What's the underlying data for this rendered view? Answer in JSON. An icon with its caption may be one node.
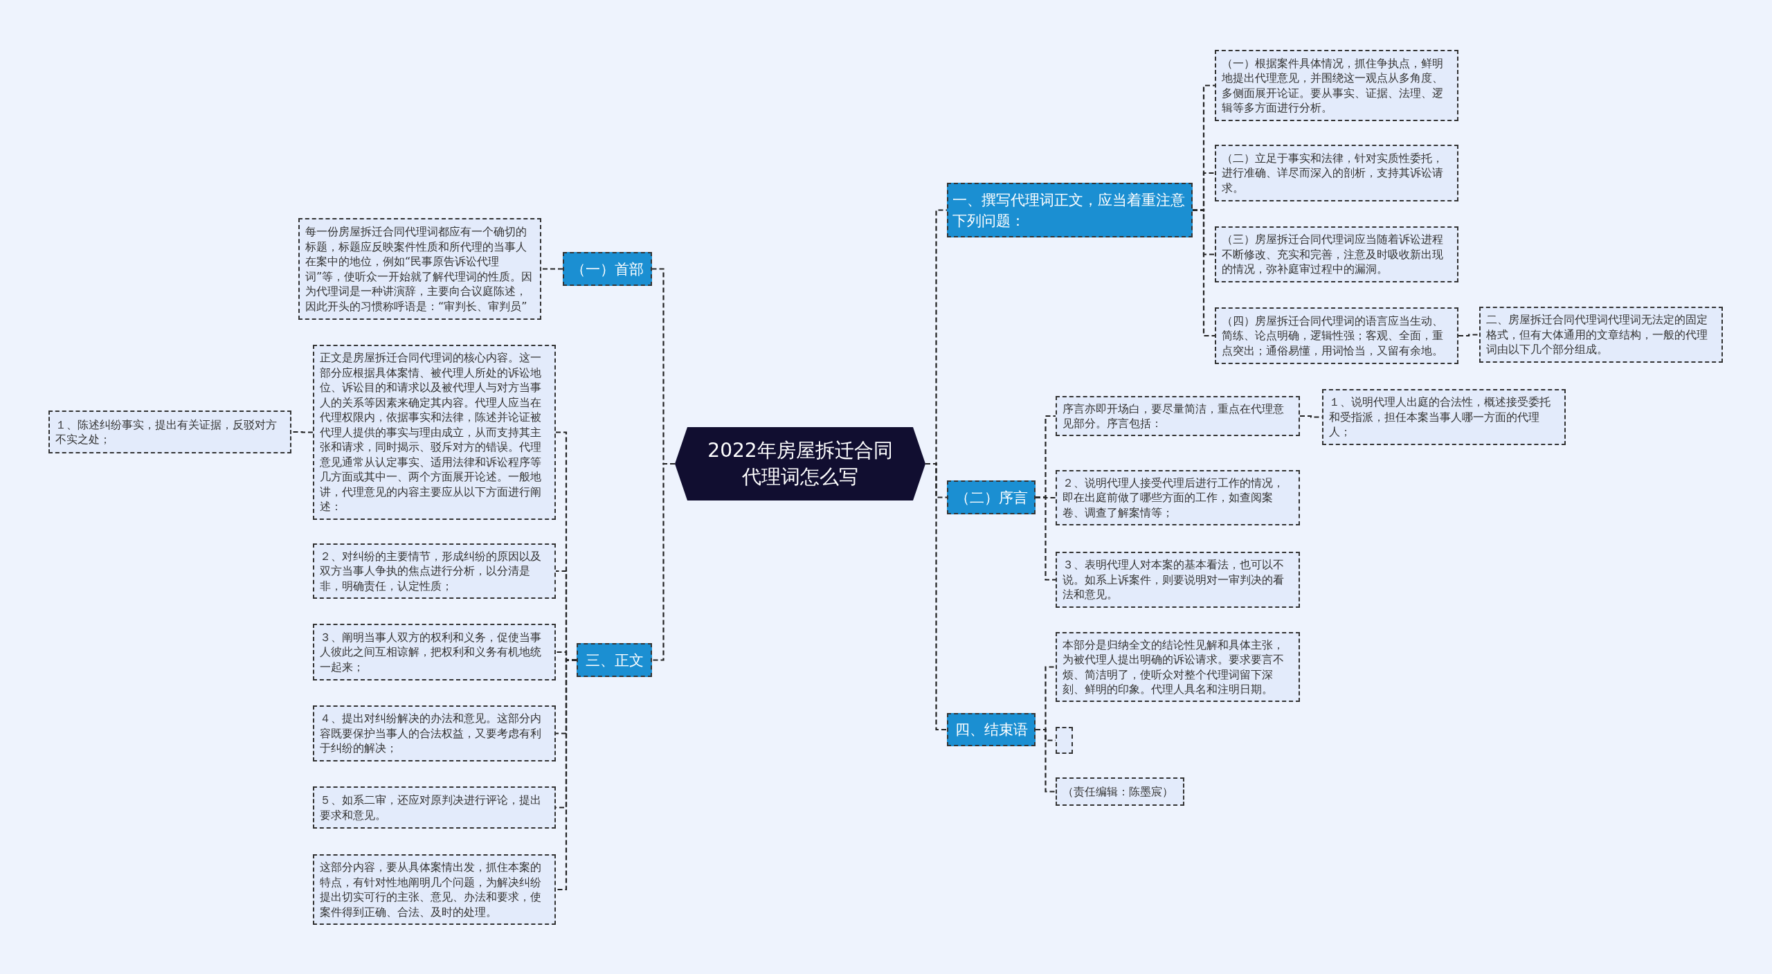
{
  "diagram": {
    "nodes": [
      {
        "text": [
          "2022年房屋拆迁合同代理词怎么写"
        ]
      },
      {
        "text": [
          "一、撰写代理词正文，应当着重注意下列问题："
        ]
      },
      {
        "text": [
          "（一）根据案件具体情况，抓住争执点，鲜明地提出代理意见，并围绕这一观点从多角度、多侧面展开论证。要从事实、证据、法理、逻辑等多方面进行分析。"
        ]
      },
      {
        "text": [
          "（二）立足于事实和法律，针对实质性委托，进行准确、详尽而深入的剖析，支持其诉讼请求。"
        ]
      },
      {
        "text": [
          "（三）房屋拆迁合同代理词应当随着诉讼进程不断修改、充实和完善，注意及时吸收新出现的情况，弥补庭审过程中的漏洞。"
        ]
      },
      {
        "text": [
          "（四）房屋拆迁合同代理词的语言应当生动、简练、论点明确，逻辑性强；客观、全面，重点突出；通俗易懂，用词恰当，又留有余地。"
        ]
      },
      {
        "text": [
          "二、房屋拆迁合同代理词代理词无法定的固定格式，但有大体通用的文章结构，一般的代理词由以下几个部分组成。"
        ]
      },
      {
        "text": [
          "（二）序言"
        ]
      },
      {
        "text": [
          "序言亦即开场白，要尽量简洁，重点在代理意见部分。序言包括："
        ]
      },
      {
        "text": [
          "１、说明代理人出庭的合法性，概述接受委托和受指派，担任本案当事人哪一方面的代理人；"
        ]
      },
      {
        "text": [
          "２、说明代理人接受代理后进行工作的情况，即在出庭前做了哪些方面的工作，如查阅案卷、调查了解案情等；"
        ]
      },
      {
        "text": [
          "３、表明代理人对本案的基本看法，也可以不说。如系上诉案件，则要说明对一审判决的看法和意见。"
        ]
      },
      {
        "text": [
          "四、结束语"
        ]
      },
      {
        "text": [
          "本部分是归纳全文的结论性见解和具体主张，为被代理人提出明确的诉讼请求。要求要言不烦、简洁明了，使听众对整个代理词留下深刻、鲜明的印象。代理人具名和注明日期。"
        ]
      },
      {
        "text": [],
        "shape": "box"
      },
      {
        "text": [
          "（责任编辑：陈墨宸）"
        ]
      },
      {
        "text": [
          "（一）首部"
        ]
      },
      {
        "text": [
          "每一份房屋拆迁合同代理词都应有一个确切的标题，标题应反映案件性质和所代理的当事人在案中的地位，例如“民事原告诉讼代理词”等，使听众一开始就了解代理词的性质。因为代理词是一种讲演辞，主要向合议庭陈述，因此开头的习惯称呼语是：“审判长、审判员”"
        ]
      },
      {
        "text": [
          "三、正文"
        ]
      },
      {
        "text": [
          "正文是房屋拆迁合同代理词的核心内容。这一部分应根据具体案情、被代理人所处的诉讼地位、诉讼目的和请求以及被代理人与对方当事人的关系等因素来确定其内容。代理人应当在代理权限内，依据事实和法律，陈述并论证被代理人提供的事实与理由成立，从而支持其主张和请求，同时揭示、驳斥对方的错误。代理意见通常从认定事实、适用法律和诉讼程序等几方面或其中一、两个方面展开论述。一般地讲，代理意见的内容主要应从以下方面进行阐述："
        ]
      },
      {
        "text": [
          "１、陈述纠纷事实，提出有关证据，反驳对方不实之处；"
        ]
      },
      {
        "text": [
          "２、对纠纷的主要情节，形成纠纷的原因以及双方当事人争执的焦点进行分析，以分清是非，明确责任，认定性质；"
        ]
      },
      {
        "text": [
          "３、阐明当事人双方的权利和义务，促使当事人彼此之间互相谅解，把权利和义务有机地统一起来；"
        ]
      },
      {
        "text": [
          "４、提出对纠纷解决的办法和意见。这部分内容既要保护当事人的合法权益，又要考虑有利于纠纷的解决；"
        ]
      },
      {
        "text": [
          "５、如系二审，还应对原判决进行评论，提出要求和意见。"
        ]
      },
      {
        "text": [
          "这部分内容，要从具体案情出发，抓住本案的特点，有针对性地阐明几个问题，为解决纠纷提出切实可行的主张、意见、办法和要求，使案件得到正确、合法、及时的处理。"
        ]
      }
    ],
    "edges": [
      {
        "from": 0,
        "to": 1,
        "arrow": "none"
      },
      {
        "from": 1,
        "to": 2,
        "arrow": "none"
      },
      {
        "from": 1,
        "to": 3,
        "arrow": "none"
      },
      {
        "from": 1,
        "to": 4,
        "arrow": "none"
      },
      {
        "from": 1,
        "to": 5,
        "arrow": "none"
      },
      {
        "from": 5,
        "to": 6,
        "arrow": "none"
      },
      {
        "from": 0,
        "to": 7,
        "arrow": "none"
      },
      {
        "from": 7,
        "to": 8,
        "arrow": "none"
      },
      {
        "from": 8,
        "to": 9,
        "arrow": "none"
      },
      {
        "from": 7,
        "to": 10,
        "arrow": "none"
      },
      {
        "from": 7,
        "to": 11,
        "arrow": "none"
      },
      {
        "from": 0,
        "to": 12,
        "arrow": "none"
      },
      {
        "from": 12,
        "to": 13,
        "arrow": "none"
      },
      {
        "from": 12,
        "to": 14,
        "arrow": "none"
      },
      {
        "from": 12,
        "to": 15,
        "arrow": "none"
      },
      {
        "from": 0,
        "to": 16,
        "arrow": "none"
      },
      {
        "from": 16,
        "to": 17,
        "arrow": "none"
      },
      {
        "from": 0,
        "to": 18,
        "arrow": "none"
      },
      {
        "from": 18,
        "to": 19,
        "arrow": "none"
      },
      {
        "from": 19,
        "to": 20,
        "arrow": "none"
      },
      {
        "from": 18,
        "to": 21,
        "arrow": "none"
      },
      {
        "from": 18,
        "to": 22,
        "arrow": "none"
      },
      {
        "from": 18,
        "to": 23,
        "arrow": "none"
      },
      {
        "from": 18,
        "to": 24,
        "arrow": "none"
      },
      {
        "from": 18,
        "to": 25,
        "arrow": "none"
      }
    ]
  }
}
